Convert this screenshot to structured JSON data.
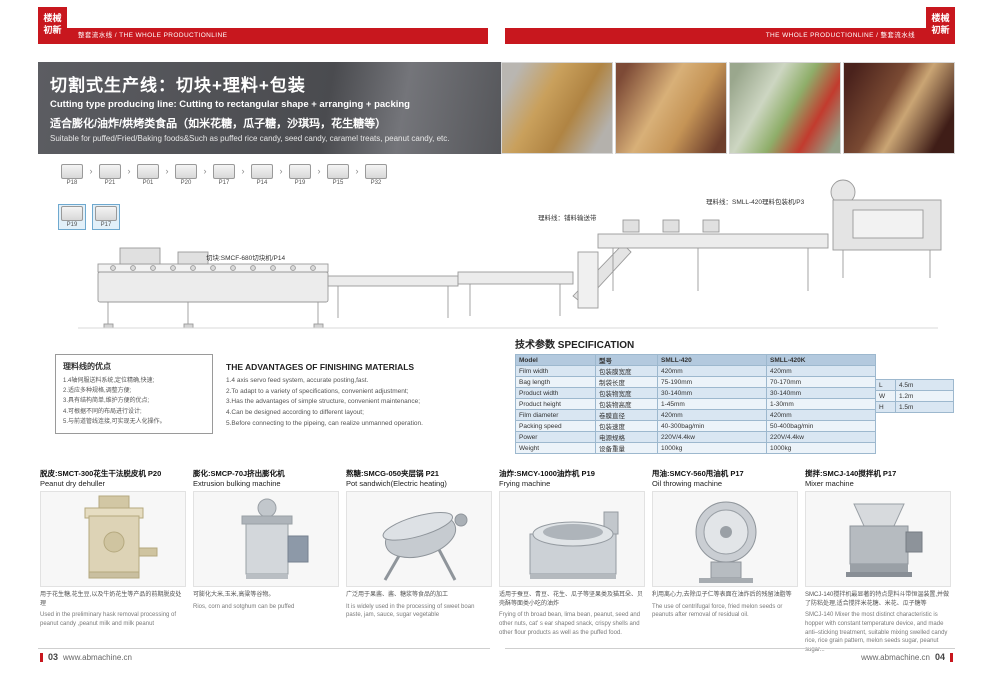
{
  "colors": {
    "accent_red": "#c8171e",
    "header_gray": "#4a4b4f",
    "table_header_blue": "#b3c9de"
  },
  "brand": {
    "logo_line1": "楼械",
    "logo_line2": "初新"
  },
  "top_bands": {
    "left": "整套流水线 / THE WHOLE PRODUCTIONLINE",
    "right": "THE WHOLE PRODUCTIONLINE / 整套流水线"
  },
  "header": {
    "title_cn": "切割式生产线：切块+理料+包装",
    "subtitle_en": "Cutting type producing line:  Cutting to rectangular shape + arranging + packing",
    "desc_cn": "适合膨化/油炸/烘烤类食品（如米花糖，瓜子糖，沙琪玛，花生糖等）",
    "desc_en": "Suitable for puffed/Fried/Baking foods&Such as puffed rice candy, seed candy, caramel treats, peanut candy, etc."
  },
  "flow": {
    "row1": [
      "P18",
      "P21",
      "P01",
      "P20",
      "P17",
      "P14",
      "P19",
      "P15",
      "P32"
    ],
    "row2": [
      "P19",
      "P17"
    ]
  },
  "diagram": {
    "label_cutter": "切块:SMCF-680切块机/P14",
    "label_mid": "理料线：铺料输送带",
    "label_pack": "理料线：SMLL-420理料包装机/P3"
  },
  "advantages": {
    "title_cn": "理料线的优点",
    "items_cn": [
      "1.4轴伺服送料系统,定位精确,快速;",
      "2.适应多种规格,调整方便;",
      "3.具有结构简单,维护方便的优点;",
      "4.可根据不同的布局进行设计;",
      "5.与前道管线连接,可实现无人化操作。"
    ],
    "title_en": "THE ADVANTAGES OF FINISHING MATERIALS",
    "items_en": [
      "1.4 axis servo feed system, accurate posting,fast.",
      "2.To adapt to a variety of specifications, convenient adjustment;",
      "3.Has the advantages of simple structure, convenient maintenance;",
      "4.Can be designed according to different layout;",
      "5.Before connecting to the pipeing, can realize unmanned operation."
    ]
  },
  "spec": {
    "title_cn": "技术参数",
    "title_en": "SPECIFICATION",
    "header": {
      "en": "Model",
      "cn": "型号",
      "m1": "SMLL-420",
      "m2": "SMLL-420K"
    },
    "rows": [
      {
        "en": "Film width",
        "cn": "包装膜宽度",
        "v1": "420mm",
        "v2": "420mm"
      },
      {
        "en": "Bag length",
        "cn": "制袋长度",
        "v1": "75-190mm",
        "v2": "70-170mm"
      },
      {
        "en": "Product width",
        "cn": "包装物宽度",
        "v1": "30-140mm",
        "v2": "30-140mm"
      },
      {
        "en": "Product height",
        "cn": "包装物高度",
        "v1": "1-45mm",
        "v2": "1-30mm"
      },
      {
        "en": "Film diameter",
        "cn": "卷膜直径",
        "v1": "420mm",
        "v2": "420mm"
      },
      {
        "en": "Packing speed",
        "cn": "包装速度",
        "v1": "40-300bag/min",
        "v2": "50-400bag/min"
      },
      {
        "en": "Power",
        "cn": "电源规格",
        "v1": "220V/4.4kw",
        "v2": "220V/4.4kw"
      },
      {
        "en": "Weight",
        "cn": "设备重量",
        "v1": "1000kg",
        "v2": "1000kg"
      }
    ],
    "dims": [
      {
        "k": "L",
        "v": "4.5m"
      },
      {
        "k": "W",
        "v": "1.2m"
      },
      {
        "k": "H",
        "v": "1.5m"
      }
    ]
  },
  "machines": [
    {
      "title_cn": "脱皮:SMCT-300花生干法脱皮机 P20",
      "title_en": "Peanut dry dehuller",
      "desc_cn": "用于花生糖,花生豆,以及牛奶花生等产品的前期脱皮处理",
      "desc_en": "Used in the preliminary hask removal processing of peanut candy ,peanut milk and milk peanut"
    },
    {
      "title_cn": "膨化:SMCP-70J挤出膨化机",
      "title_en": "Extrusion bulking machine",
      "desc_cn": "可膨化大米,玉米,高粱等谷物。",
      "desc_en": "Rios, corn and sotghum can be puffed"
    },
    {
      "title_cn": "熬糖:SMCG-050夹层锅 P21",
      "title_en": "Pot sandwich(Electric heating)",
      "desc_cn": "广泛用于果酱、酱、糖浆等食品的加工",
      "desc_en": "It is widely used in the processing of sweet boan paste, jam, sauce, sugar vegetable"
    },
    {
      "title_cn": "油炸:SMCY-1000油炸机 P19",
      "title_en": "Frying machine",
      "desc_cn": "适用于蚕豆、青豆、花生、瓜子等坚果类及猫耳朵、贝壳酥等面类小吃的油炸",
      "desc_en": "Frying of th broad bean, lima bean, peanut, seed and other nuts, cat' s ear shaped snack, crispy shells and other flour products as well as the puffed food."
    },
    {
      "title_cn": "甩油:SMCY-560甩油机 P17",
      "title_en": "Oil throwing machine",
      "desc_cn": "利用离心力,去除瓜子仁等表面在油炸后的残留油脂等",
      "desc_en": "The use of centrifugal force, fried melon seeds or peanuts after removal of residual oil."
    },
    {
      "title_cn": "搅拌:SMCJ-140搅拌机 P17",
      "title_en": "Mixer machine",
      "desc_cn": "SMCJ-140搅拌机最显著的特点是料斗带恒温装置,并做了防粘处理,适合搅拌米花糖、米花、瓜子糖等",
      "desc_en": "SMCJ-140 Mixer the most distinct characteristic is hopper with constant temperature device, and made anti–sticking treatment, suitable mixing swelled candy rice, rice grain pattern, melon seeds sugar, peanut sugar..."
    }
  ],
  "footer": {
    "left_page": "03",
    "left_url": "www.abmachine.cn",
    "right_url": "www.abmachine.cn",
    "right_page": "04"
  }
}
